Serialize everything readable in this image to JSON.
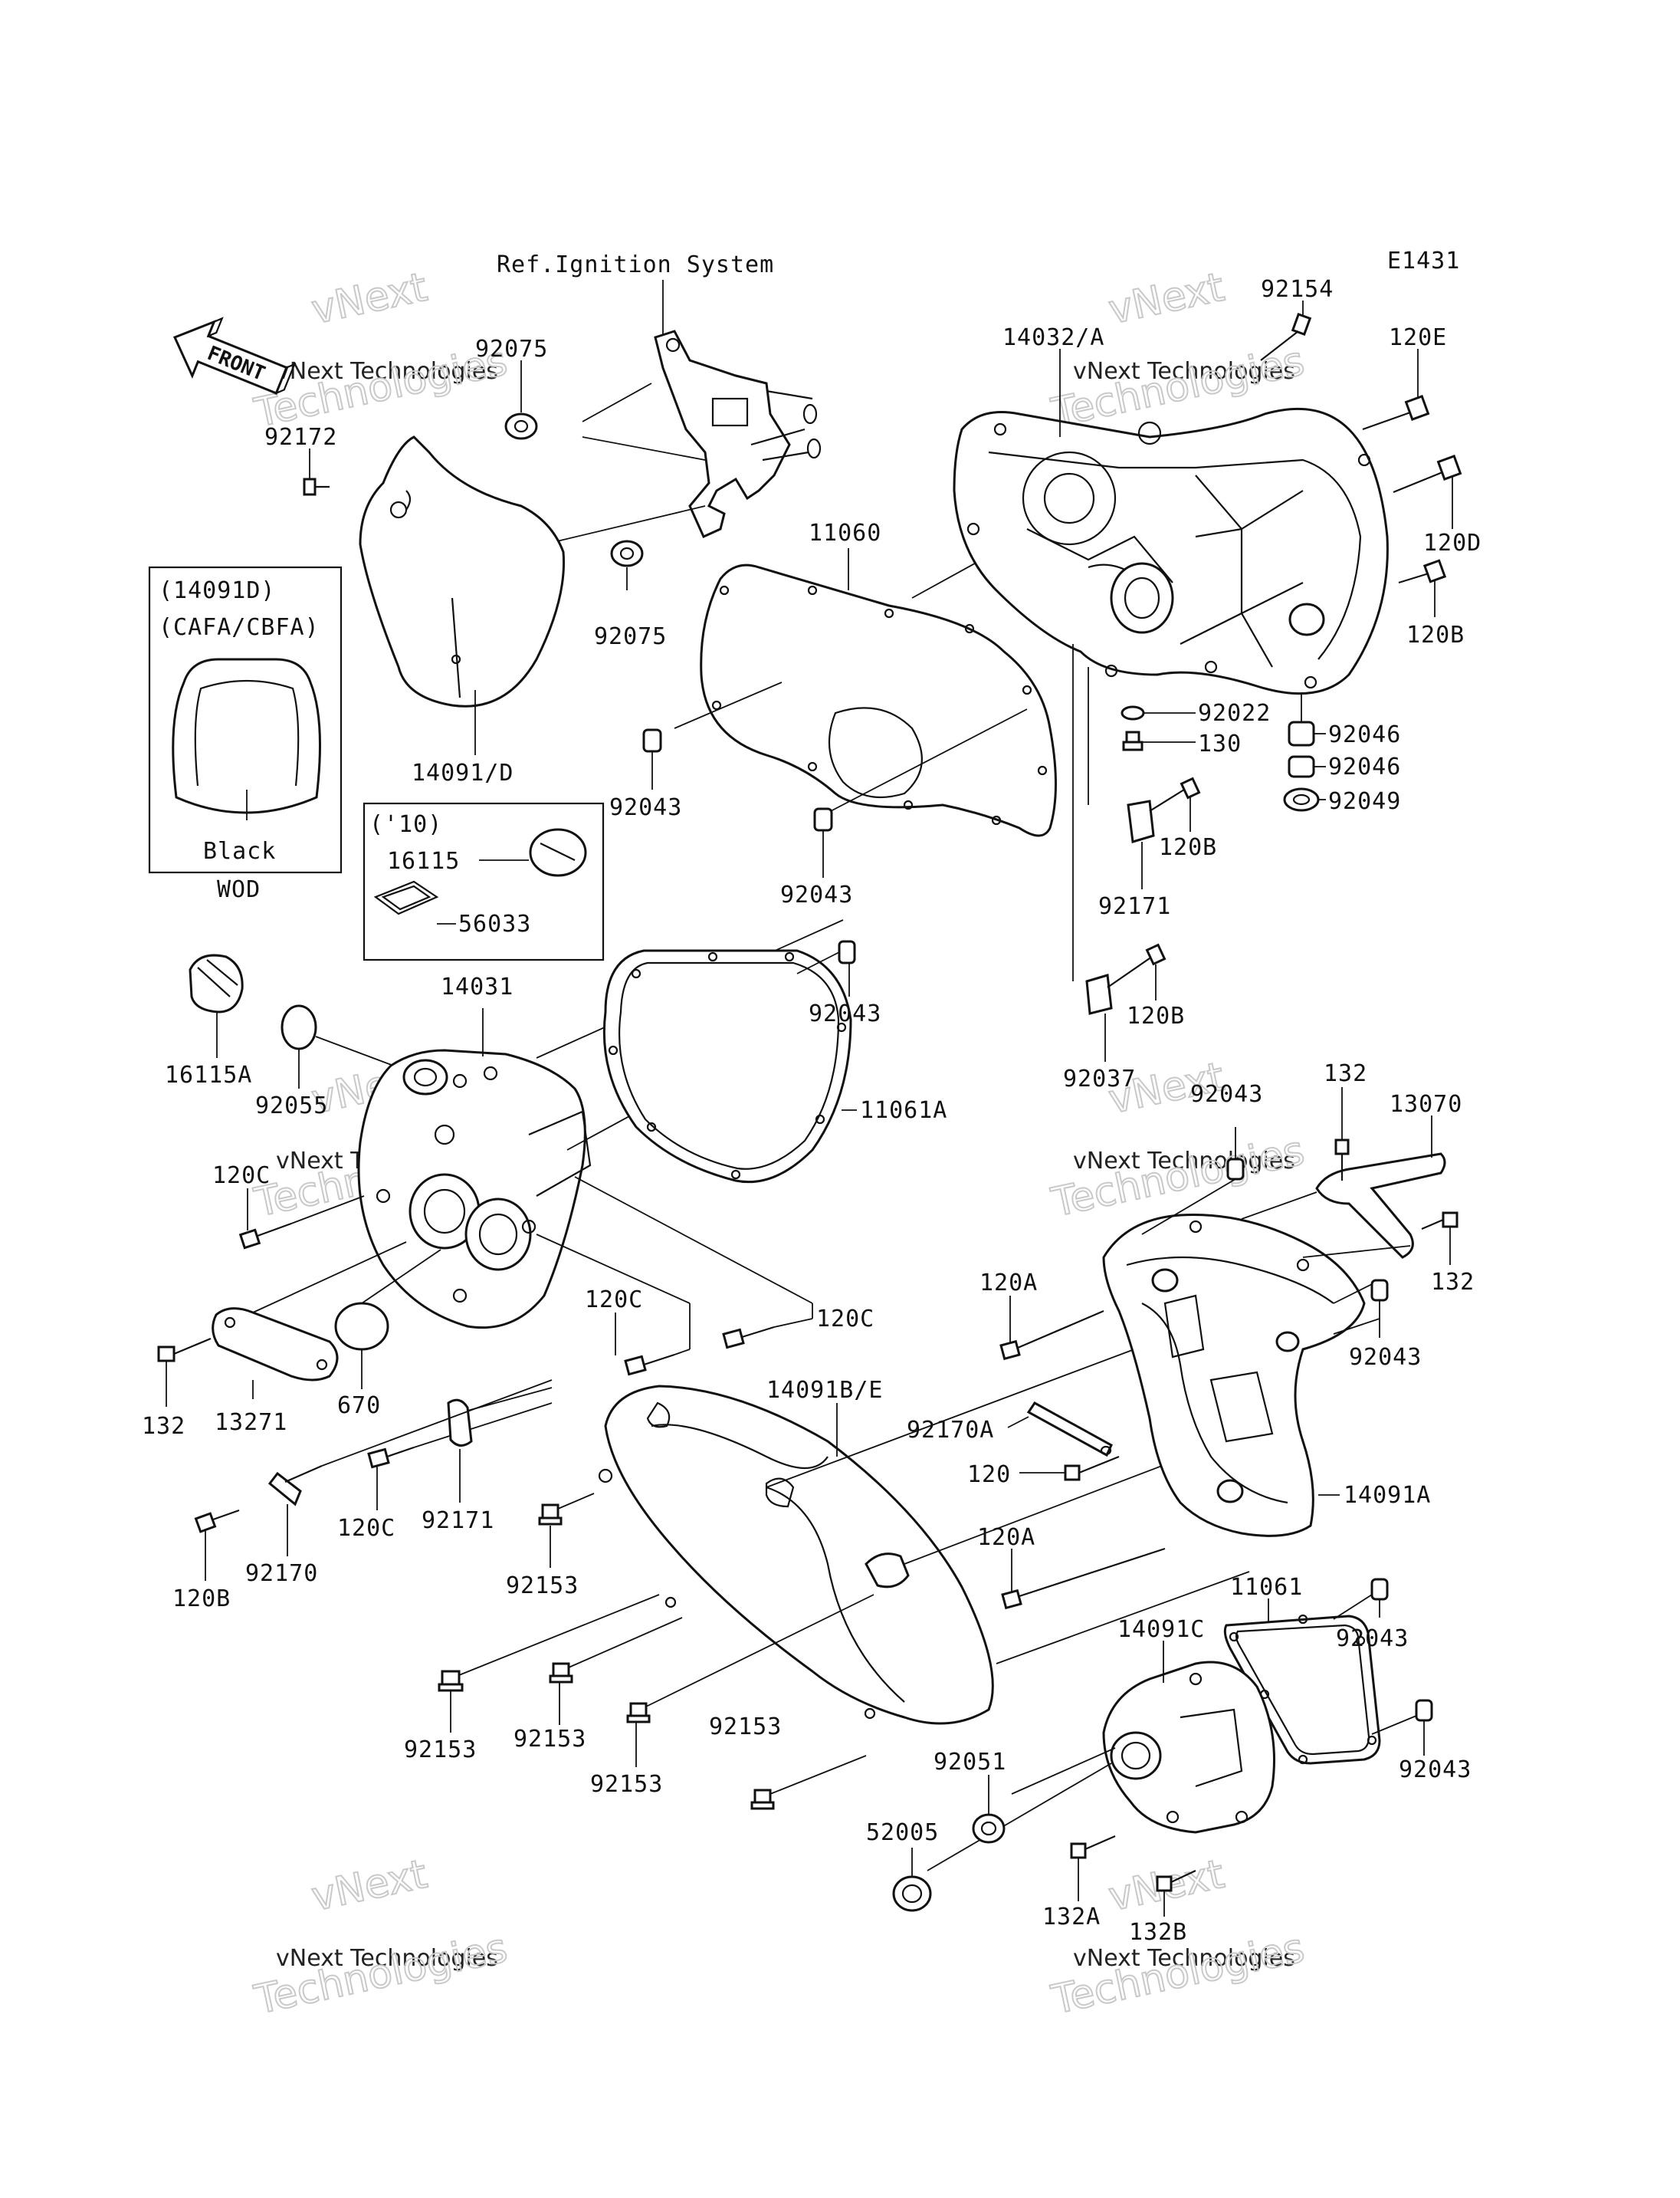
{
  "header": {
    "diagram_code": "E1431",
    "reference": "Ref.Ignition System",
    "front_marker": "FRONT"
  },
  "inset_boxes": {
    "variant_box": {
      "part_no": "(14091D)",
      "models": "(CAFA/CBFA)",
      "color": "Black",
      "note": "WOD"
    },
    "year_box": {
      "year": "('10)",
      "parts": [
        "16115",
        "56033"
      ]
    }
  },
  "callouts": [
    "92075",
    "92172",
    "92075",
    "14091/D",
    "11060",
    "14032/A",
    "92154",
    "120E",
    "120D",
    "120B",
    "92022",
    "130",
    "92046",
    "92046",
    "92049",
    "92043",
    "92043",
    "120B",
    "92171",
    "14031",
    "92043",
    "11061A",
    "16115A",
    "92055",
    "120B",
    "92037",
    "92043",
    "132",
    "13070",
    "120C",
    "132",
    "120A",
    "92043",
    "120C",
    "120C",
    "132",
    "13271",
    "670",
    "14091B/E",
    "92170A",
    "120",
    "14091A",
    "120C",
    "92171",
    "92153",
    "120A",
    "11061",
    "120B",
    "92170",
    "14091C",
    "92043",
    "92153",
    "92153",
    "92153",
    "92153",
    "92051",
    "92043",
    "52005",
    "132A",
    "132B"
  ],
  "watermarks": [
    {
      "line1": "vNext",
      "line2": "vNext Technologies",
      "line3": "Technologies"
    },
    {
      "line1": "vNext",
      "line2": "vNext Technologies",
      "line3": "Technologies"
    },
    {
      "line1": "vNext",
      "line2": "vNext Technologies",
      "line3": "Technologies"
    },
    {
      "line1": "vNext",
      "line2": "vNext Technologies",
      "line3": "Technologies"
    },
    {
      "line1": "vNext",
      "line2": "vNext Technologies",
      "line3": "Technologies"
    },
    {
      "line1": "vNext",
      "line2": "vNext Technologies",
      "line3": "Technologies"
    }
  ]
}
